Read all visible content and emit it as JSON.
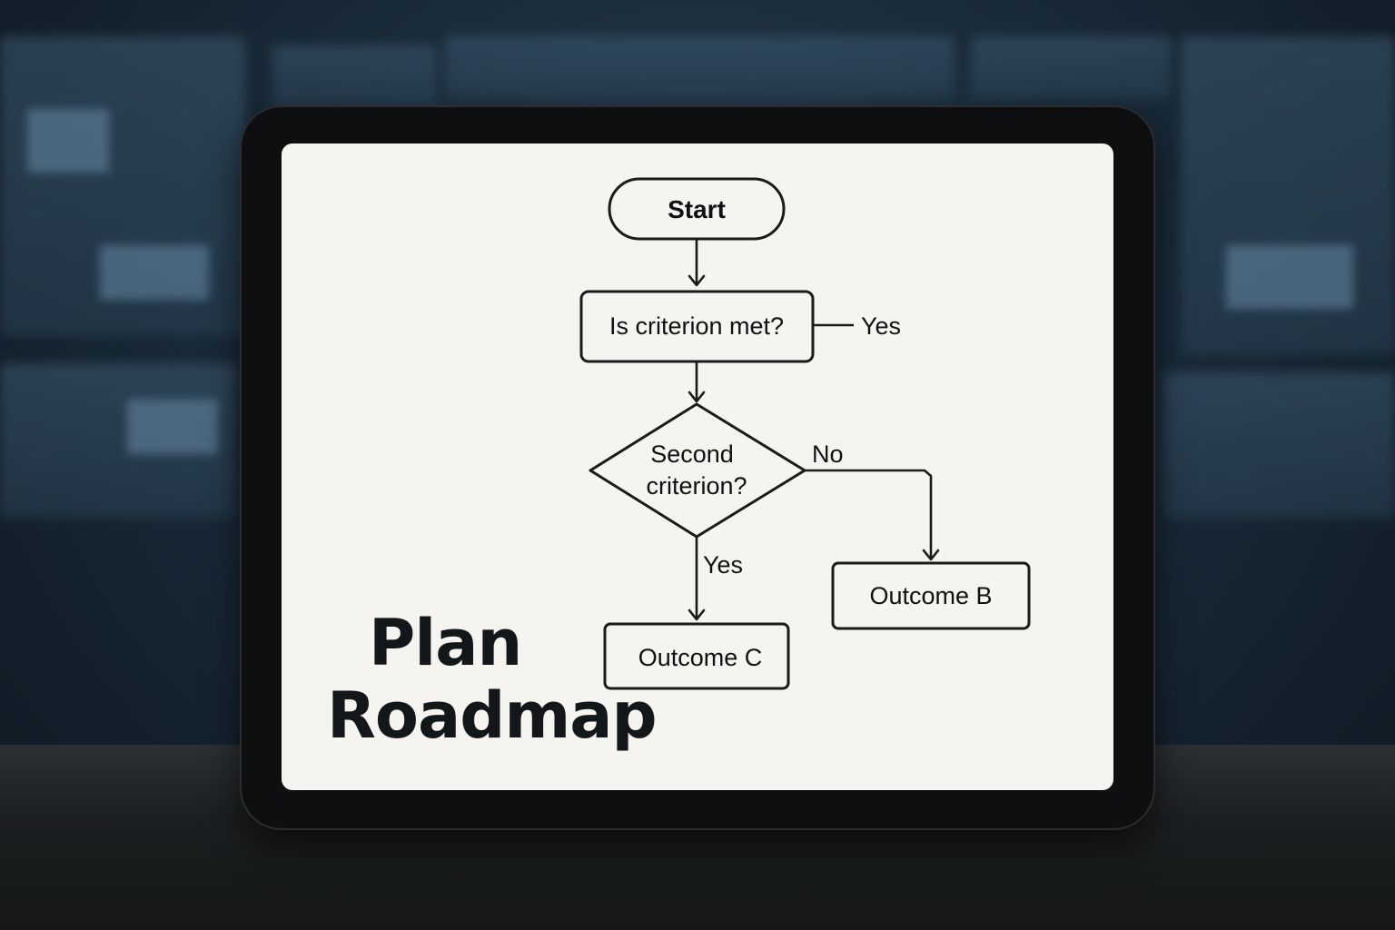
{
  "diagram": {
    "title_line1": "Plan",
    "title_line2": "Roadmap",
    "nodes": {
      "start": "Start",
      "criterion": "Is criterion met?",
      "second_line1": "Second",
      "second_line2": "criterion?",
      "outcome_b": "Outcome B",
      "outcome_c": "Outcome C"
    },
    "edge_labels": {
      "criterion_yes": "Yes",
      "second_no": "No",
      "second_yes": "Yes"
    }
  },
  "colors": {
    "screen_background": "#f6f4f1",
    "stroke": "#1a1a1a",
    "bezel": "#0e0f10"
  }
}
